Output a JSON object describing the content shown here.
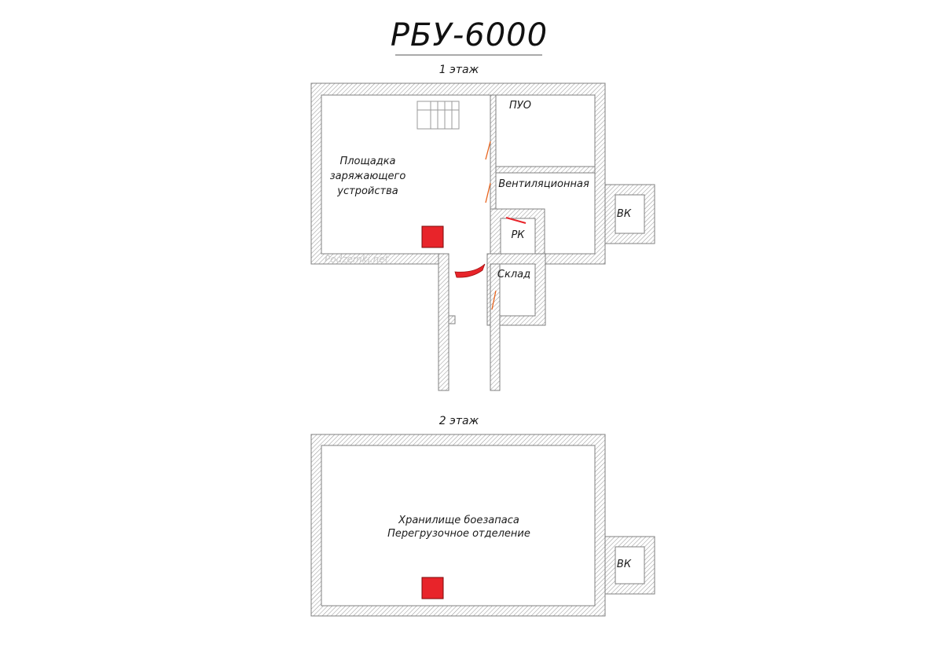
{
  "drawing": {
    "title": "РБУ-6000",
    "watermark": "Podzemki.net"
  },
  "floor1": {
    "label": "1 этаж",
    "rooms": {
      "charging_area": [
        "Площадка",
        "заряжающего",
        "устройства"
      ],
      "puo": "ПУО",
      "ventilation": "Вентиляционная",
      "rk": "РК",
      "storage": "Склад",
      "shaft": "ВК"
    }
  },
  "floor2": {
    "label": "2 этаж",
    "rooms": {
      "storage_main": [
        "Хранилище боезапаса",
        "Перегрузочное отделение"
      ],
      "shaft": "ВК"
    }
  },
  "colors": {
    "wall_hatch": "#9a9a9a",
    "wall_outline": "#808080",
    "marker_red": "#e8242a",
    "door_orange": "#e8641e"
  }
}
